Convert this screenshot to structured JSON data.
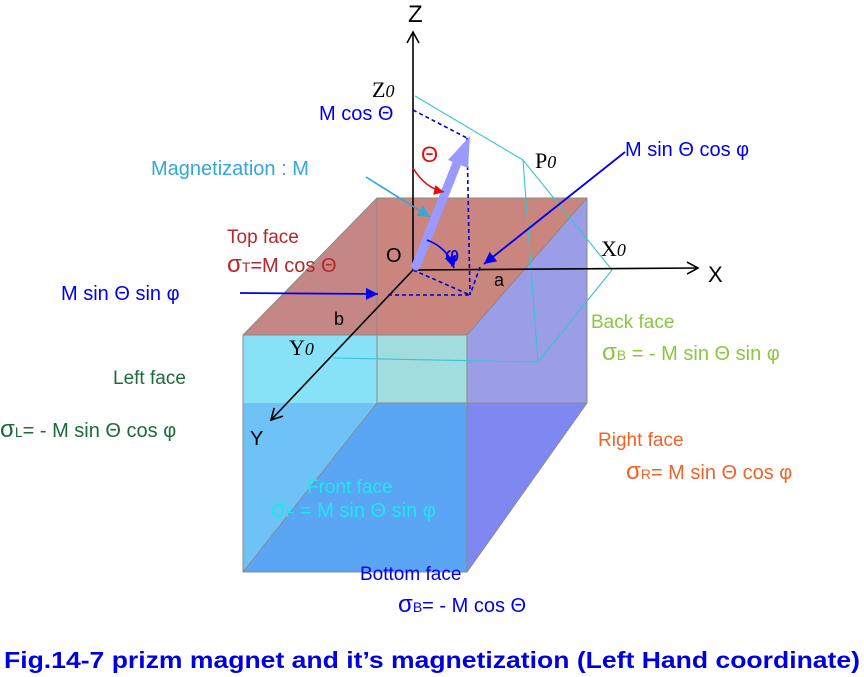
{
  "axes": {
    "z": "Z",
    "x": "X",
    "y": "Y",
    "z0": "Z",
    "x0": "X",
    "y0": "Y",
    "p0": "P",
    "sub0": "0",
    "origin": "O"
  },
  "edges": {
    "a": "a",
    "b": "b"
  },
  "angles": {
    "theta": "Θ",
    "phi": "φ"
  },
  "labels": {
    "m_cos_theta": "M cos Θ",
    "magnetization": "Magnetization : M",
    "m_sin_theta_cos_phi": "M sin Θ  cos φ",
    "m_sin_theta_sin_phi": "M sin Θ  sin φ"
  },
  "faces": {
    "top": {
      "name": "Top face",
      "sigma": "σ",
      "sub": "T",
      "formula": "=M cos Θ"
    },
    "back": {
      "name": "Back face",
      "sigma": "σ",
      "sub": "B",
      "formula": " = - M sin Θ sin φ"
    },
    "left": {
      "name": "Left face",
      "sigma": "σ",
      "sub": "L",
      "formula": "= - M sin Θ  cos φ"
    },
    "right": {
      "name": "Right face",
      "sigma": "σ",
      "sub": "R",
      "formula": "= M sin Θ cos φ"
    },
    "front": {
      "name": "Front face",
      "sigma": "σ",
      "sub": "F",
      "formula": " = M sin Θ sin φ"
    },
    "bottom": {
      "name": "Bottom face",
      "sigma": "σ",
      "sub": "B",
      "formula": "= - M cos Θ"
    }
  },
  "caption": "Fig.14-7 prizm magnet and  it’s  magnetization (Left Hand coordinate)",
  "colors": {
    "top_face": "#c87a78",
    "back_face": "#d8e8b4",
    "left_face": "#8ff5f5",
    "right_face": "#8a8af0",
    "front_face": "#4f9df5",
    "bottom_face": "#3a6ff0",
    "blue_text": "#0000ee",
    "top_text": "#b4282c",
    "back_text": "#8cc63f",
    "left_text": "#1d6b3b",
    "right_text": "#f0622a",
    "front_text": "#1ee6f0",
    "magnet_label": "#31a8d8",
    "caption": "#0000dd",
    "vector": "#9999ff",
    "cyan_line": "#39c4d4"
  }
}
